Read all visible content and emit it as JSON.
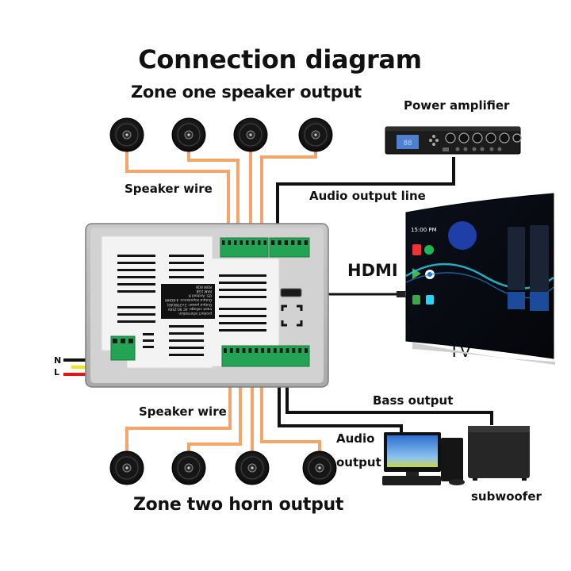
{
  "title": "Connection diagram",
  "zones": {
    "zone_one": {
      "label": "Zone one speaker output",
      "wire_label": "Speaker wire",
      "speaker_count": 4
    },
    "zone_two": {
      "label": "Zone two horn output",
      "wire_label": "Speaker wire",
      "speaker_count": 4
    }
  },
  "devices": {
    "power_amplifier": {
      "label": "Power amplifier",
      "connection_label": "Audio output line"
    },
    "tv": {
      "label": "TV",
      "connection_label": "HDMI",
      "screen_time": "15:00 PM"
    },
    "computer": {
      "label_line1": "Audio",
      "label_line2": "output"
    },
    "subwoofer": {
      "label": "subwoofer",
      "connection_label": "Bass output"
    }
  },
  "power_input": {
    "n_label": "N",
    "l_label": "L",
    "wire_colors": {
      "n": "#111111",
      "ground": "#f2e21a",
      "l": "#e01818"
    }
  },
  "panel_info_lines": [
    "product information",
    "input voltage: AC 90-250V",
    "Output power: 2×25W(4Ω)",
    "Output impedance: 4-8OHM",
    "OS: Android 8",
    "RAM 1GB",
    "ROM 8GB"
  ],
  "colors": {
    "speaker_wire": "#f5a46a",
    "signal_wire": "#111111",
    "terminal_green": "#23a455",
    "panel_body": "#ececec",
    "panel_frame": "#9a9a9a"
  }
}
